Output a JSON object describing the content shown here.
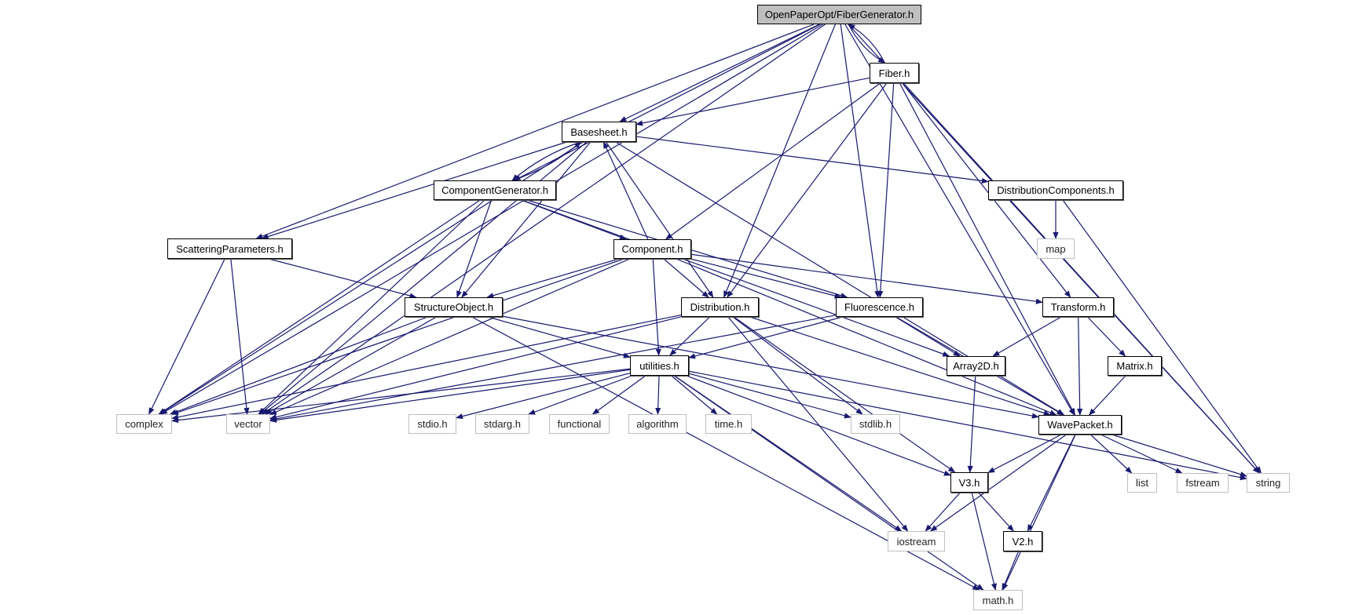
{
  "title": "OpenPaperOpt/FiberGenerator.h include dependency graph",
  "colors": {
    "edge": "#191970",
    "root_fill": "#bfbfbf",
    "system_border": "#c0c0c0",
    "local_border": "#000000"
  },
  "nodes": [
    {
      "id": "root",
      "label": "OpenPaperOpt/FiberGenerator.h",
      "kind": "root"
    },
    {
      "id": "fiber",
      "label": "Fiber.h",
      "kind": "local"
    },
    {
      "id": "basesheet",
      "label": "Basesheet.h",
      "kind": "local"
    },
    {
      "id": "compgen",
      "label": "ComponentGenerator.h",
      "kind": "local"
    },
    {
      "id": "distcomp",
      "label": "DistributionComponents.h",
      "kind": "local"
    },
    {
      "id": "scatter",
      "label": "ScatteringParameters.h",
      "kind": "local"
    },
    {
      "id": "component",
      "label": "Component.h",
      "kind": "local"
    },
    {
      "id": "map",
      "label": "map",
      "kind": "system"
    },
    {
      "id": "structobj",
      "label": "StructureObject.h",
      "kind": "local"
    },
    {
      "id": "distribution",
      "label": "Distribution.h",
      "kind": "local"
    },
    {
      "id": "fluorescence",
      "label": "Fluorescence.h",
      "kind": "local"
    },
    {
      "id": "transform",
      "label": "Transform.h",
      "kind": "local"
    },
    {
      "id": "utilities",
      "label": "utilities.h",
      "kind": "local"
    },
    {
      "id": "array2d",
      "label": "Array2D.h",
      "kind": "local"
    },
    {
      "id": "matrix",
      "label": "Matrix.h",
      "kind": "local"
    },
    {
      "id": "complex",
      "label": "complex",
      "kind": "system"
    },
    {
      "id": "vector",
      "label": "vector",
      "kind": "system"
    },
    {
      "id": "stdio",
      "label": "stdio.h",
      "kind": "system"
    },
    {
      "id": "stdarg",
      "label": "stdarg.h",
      "kind": "system"
    },
    {
      "id": "functional",
      "label": "functional",
      "kind": "system"
    },
    {
      "id": "algorithm",
      "label": "algorithm",
      "kind": "system"
    },
    {
      "id": "time",
      "label": "time.h",
      "kind": "system"
    },
    {
      "id": "stdlib",
      "label": "stdlib.h",
      "kind": "system"
    },
    {
      "id": "wavepacket",
      "label": "WavePacket.h",
      "kind": "local"
    },
    {
      "id": "list",
      "label": "list",
      "kind": "system"
    },
    {
      "id": "fstream",
      "label": "fstream",
      "kind": "system"
    },
    {
      "id": "string",
      "label": "string",
      "kind": "system"
    },
    {
      "id": "v3",
      "label": "V3.h",
      "kind": "local"
    },
    {
      "id": "iostream",
      "label": "iostream",
      "kind": "system"
    },
    {
      "id": "v2",
      "label": "V2.h",
      "kind": "local"
    },
    {
      "id": "math",
      "label": "math.h",
      "kind": "system"
    }
  ],
  "edges": [
    [
      "root",
      "fiber"
    ],
    [
      "root",
      "basesheet"
    ],
    [
      "root",
      "compgen"
    ],
    [
      "root",
      "scatter"
    ],
    [
      "root",
      "distribution"
    ],
    [
      "root",
      "fluorescence"
    ],
    [
      "root",
      "complex"
    ],
    [
      "root",
      "vector"
    ],
    [
      "root",
      "wavepacket"
    ],
    [
      "root",
      "string"
    ],
    [
      "fiber",
      "root"
    ],
    [
      "fiber",
      "basesheet"
    ],
    [
      "fiber",
      "component"
    ],
    [
      "fiber",
      "distribution"
    ],
    [
      "fiber",
      "fluorescence"
    ],
    [
      "fiber",
      "transform"
    ],
    [
      "fiber",
      "wavepacket"
    ],
    [
      "fiber",
      "string"
    ],
    [
      "basesheet",
      "compgen"
    ],
    [
      "basesheet",
      "distcomp"
    ],
    [
      "basesheet",
      "scatter"
    ],
    [
      "basesheet",
      "structobj"
    ],
    [
      "basesheet",
      "distribution"
    ],
    [
      "basesheet",
      "complex"
    ],
    [
      "basesheet",
      "vector"
    ],
    [
      "basesheet",
      "wavepacket"
    ],
    [
      "compgen",
      "basesheet"
    ],
    [
      "compgen",
      "component"
    ],
    [
      "compgen",
      "structobj"
    ],
    [
      "compgen",
      "fluorescence"
    ],
    [
      "compgen",
      "array2d"
    ],
    [
      "compgen",
      "complex"
    ],
    [
      "compgen",
      "vector"
    ],
    [
      "distcomp",
      "map"
    ],
    [
      "distcomp",
      "string"
    ],
    [
      "scatter",
      "structobj"
    ],
    [
      "scatter",
      "complex"
    ],
    [
      "scatter",
      "vector"
    ],
    [
      "component",
      "basesheet"
    ],
    [
      "component",
      "structobj"
    ],
    [
      "component",
      "distribution"
    ],
    [
      "component",
      "fluorescence"
    ],
    [
      "component",
      "transform"
    ],
    [
      "component",
      "utilities"
    ],
    [
      "component",
      "wavepacket"
    ],
    [
      "component",
      "complex"
    ],
    [
      "component",
      "vector"
    ],
    [
      "structobj",
      "utilities"
    ],
    [
      "structobj",
      "wavepacket"
    ],
    [
      "structobj",
      "complex"
    ],
    [
      "structobj",
      "vector"
    ],
    [
      "structobj",
      "math"
    ],
    [
      "distribution",
      "utilities"
    ],
    [
      "distribution",
      "stdlib"
    ],
    [
      "distribution",
      "v3"
    ],
    [
      "distribution",
      "wavepacket"
    ],
    [
      "distribution",
      "iostream"
    ],
    [
      "distribution",
      "complex"
    ],
    [
      "distribution",
      "vector"
    ],
    [
      "fluorescence",
      "utilities"
    ],
    [
      "fluorescence",
      "array2d"
    ],
    [
      "fluorescence",
      "wavepacket"
    ],
    [
      "fluorescence",
      "vector"
    ],
    [
      "transform",
      "array2d"
    ],
    [
      "transform",
      "matrix"
    ],
    [
      "transform",
      "wavepacket"
    ],
    [
      "matrix",
      "wavepacket"
    ],
    [
      "array2d",
      "v3"
    ],
    [
      "utilities",
      "complex"
    ],
    [
      "utilities",
      "vector"
    ],
    [
      "utilities",
      "stdio"
    ],
    [
      "utilities",
      "stdarg"
    ],
    [
      "utilities",
      "functional"
    ],
    [
      "utilities",
      "algorithm"
    ],
    [
      "utilities",
      "time"
    ],
    [
      "utilities",
      "stdlib"
    ],
    [
      "utilities",
      "string"
    ],
    [
      "utilities",
      "v3"
    ],
    [
      "utilities",
      "iostream"
    ],
    [
      "utilities",
      "math"
    ],
    [
      "wavepacket",
      "v3"
    ],
    [
      "wavepacket",
      "v2"
    ],
    [
      "wavepacket",
      "list"
    ],
    [
      "wavepacket",
      "fstream"
    ],
    [
      "wavepacket",
      "string"
    ],
    [
      "wavepacket",
      "iostream"
    ],
    [
      "wavepacket",
      "math"
    ],
    [
      "v3",
      "v2"
    ],
    [
      "v3",
      "iostream"
    ],
    [
      "v3",
      "math"
    ],
    [
      "v2",
      "math"
    ]
  ]
}
